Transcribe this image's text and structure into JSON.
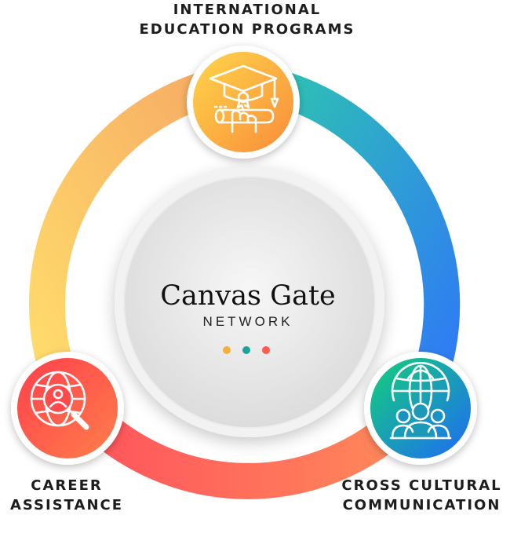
{
  "center": {
    "title": "Canvas Gate",
    "subtitle": "NETWORK",
    "dot_colors": [
      "#f5b03a",
      "#1aa39a",
      "#ff5a4a"
    ]
  },
  "nodes": [
    {
      "id": "education",
      "line1": "INTERNATIONAL",
      "line2": "EDUCATION PROGRAMS",
      "icon": "graduation-cap-diploma-icon"
    },
    {
      "id": "career",
      "line1": "CAREER",
      "line2": "ASSISTANCE",
      "icon": "globe-magnifier-person-icon"
    },
    {
      "id": "cross_cultural",
      "line1": "CROSS CULTURAL",
      "line2": "COMMUNICATION",
      "icon": "globe-people-icon"
    }
  ],
  "colors": {
    "ring_yellow": "#ffd56b",
    "ring_orange": "#f9a65a",
    "ring_teal": "#2fc1b0",
    "ring_blue": "#2f7cf6",
    "ring_red": "#ff4d5a",
    "ring_coral": "#ff8a5a",
    "node_education": "#fbb42f",
    "node_career": "#ff4b4b",
    "node_cross": "#1cb37e"
  }
}
